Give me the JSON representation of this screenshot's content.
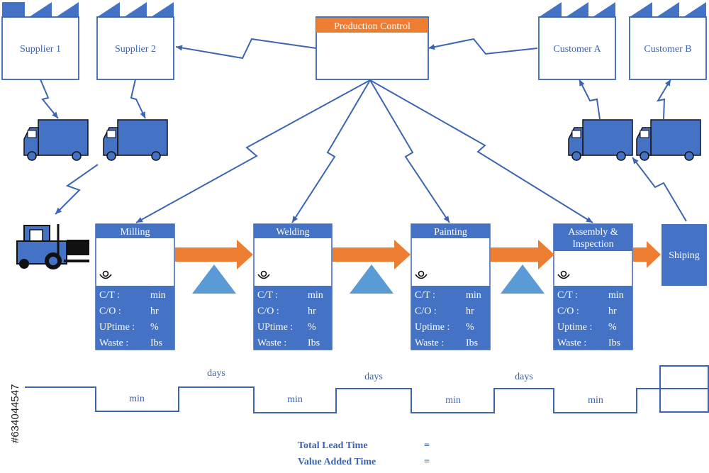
{
  "control": {
    "title": "Production Control"
  },
  "suppliers": [
    {
      "name": "Supplier 1"
    },
    {
      "name": "Supplier 2"
    }
  ],
  "customers": [
    {
      "name": "Customer A"
    },
    {
      "name": "Customer B"
    }
  ],
  "processes": [
    {
      "title": "Milling",
      "rows": [
        {
          "label": "C/T :",
          "unit": "min"
        },
        {
          "label": "C/O :",
          "unit": "hr"
        },
        {
          "label": "UPtime :",
          "unit": "%"
        },
        {
          "label": "Waste :",
          "unit": "Ibs"
        }
      ]
    },
    {
      "title": "Welding",
      "rows": [
        {
          "label": "C/T :",
          "unit": "min"
        },
        {
          "label": "C/O :",
          "unit": "hr"
        },
        {
          "label": "UPtime :",
          "unit": "%"
        },
        {
          "label": "Waste :",
          "unit": "Ibs"
        }
      ]
    },
    {
      "title": "Painting",
      "rows": [
        {
          "label": "C/T :",
          "unit": "min"
        },
        {
          "label": "C/O :",
          "unit": "hr"
        },
        {
          "label": "Uptime :",
          "unit": "%"
        },
        {
          "label": "Waste :",
          "unit": "Ibs"
        }
      ]
    },
    {
      "title": "Assembly & Inspection",
      "title_lines": [
        "Assembly &",
        "Inspection"
      ],
      "rows": [
        {
          "label": "C/T :",
          "unit": "min"
        },
        {
          "label": "C/O :",
          "unit": "hr"
        },
        {
          "label": "Uptime :",
          "unit": "%"
        },
        {
          "label": "Waste :",
          "unit": "Ibs"
        }
      ]
    }
  ],
  "shipping": {
    "label": "Shiping"
  },
  "timeline": {
    "days_labels": [
      "days",
      "days",
      "days"
    ],
    "min_labels": [
      "min",
      "min",
      "min",
      "min"
    ]
  },
  "totals": {
    "total_lead_time": "Total Lead Time",
    "value_added_time": "Value Added Time",
    "equals": "="
  },
  "watermark": {
    "stock_id": "#634044547"
  },
  "colors": {
    "blue": "#4472c4",
    "line": "#3b65b0",
    "orange": "#ed7d31",
    "triangle": "#5b9bd5",
    "text": "#3b65b0"
  }
}
